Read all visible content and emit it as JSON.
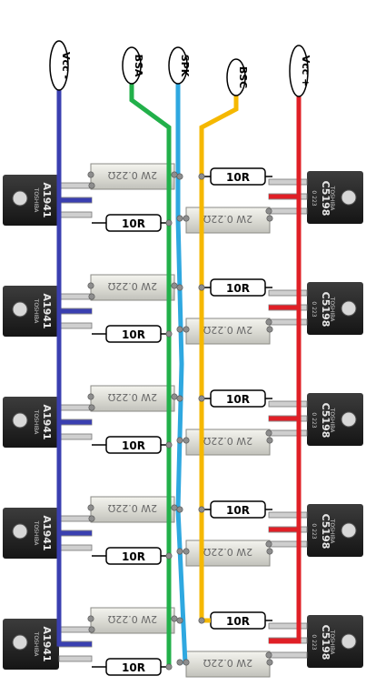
{
  "rails": {
    "vcc_minus": {
      "label": "Vcc -",
      "color": "#3a3fb0"
    },
    "bsa": {
      "label": "BSA",
      "color": "#22b04a"
    },
    "spk": {
      "label": "SPK",
      "color": "#2fa8e0"
    },
    "bsc": {
      "label": "BSC",
      "color": "#f5b800"
    },
    "vcc_plus": {
      "label": "Vcc +",
      "color": "#e01f26"
    }
  },
  "transistors": {
    "left": {
      "maker": "TOSHIBA",
      "part": "A1941"
    },
    "right": {
      "maker": "TOSHIBA",
      "part": "C5198",
      "code": "0 223"
    }
  },
  "resistors": {
    "power_value": "2W 0.22Ω",
    "base_value": "10R"
  },
  "stage_count": 5
}
